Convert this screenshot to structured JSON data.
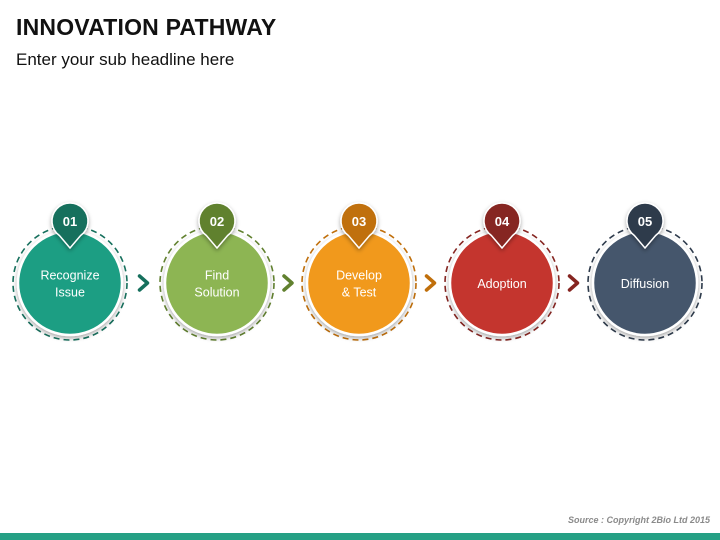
{
  "header": {
    "title": "INNOVATION PATHWAY",
    "subtitle": "Enter your sub headline here"
  },
  "steps": [
    {
      "number": "01",
      "label_lines": [
        "Recognize",
        "Issue"
      ],
      "color": "#1f9e83",
      "dark": "#16705d"
    },
    {
      "number": "02",
      "label_lines": [
        "Find",
        "Solution"
      ],
      "color": "#8db553",
      "dark": "#61812f"
    },
    {
      "number": "03",
      "label_lines": [
        "Develop",
        "& Test"
      ],
      "color": "#f1991e",
      "dark": "#c06f0b"
    },
    {
      "number": "04",
      "label_lines": [
        "Adoption"
      ],
      "color": "#c4352f",
      "dark": "#862521"
    },
    {
      "number": "05",
      "label_lines": [
        "Diffusion"
      ],
      "color": "#45566c",
      "dark": "#2e3b4c"
    }
  ],
  "footer": {
    "source": "Source : Copyright 2Bio Ltd 2015"
  }
}
